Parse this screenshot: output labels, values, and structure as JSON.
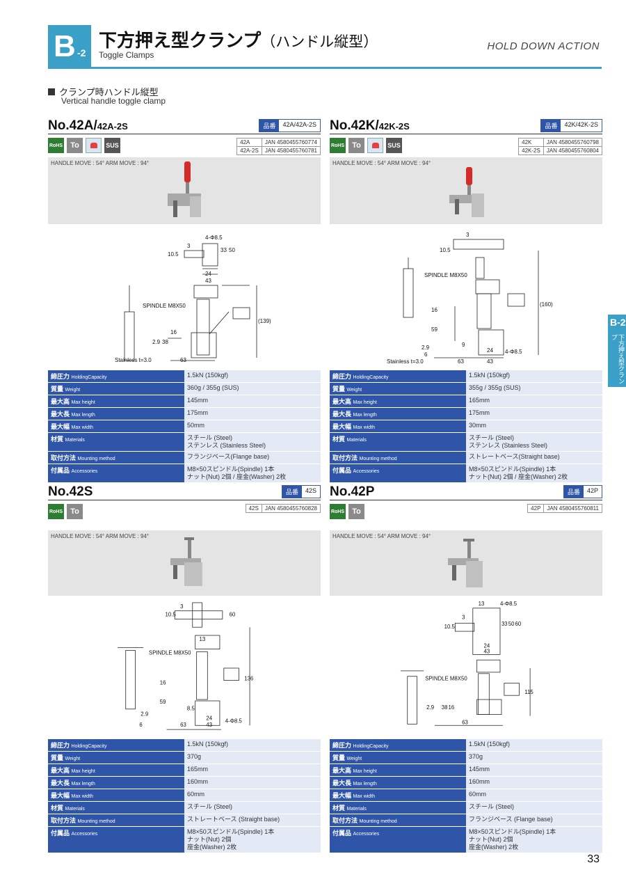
{
  "header": {
    "tab_code": "B",
    "tab_sub": "-2",
    "title": "下方押え型クランプ",
    "title_paren": "（ハンドル縦型）",
    "subtitle": "Toggle Clamps",
    "right_label": "HOLD DOWN ACTION"
  },
  "section": {
    "title": "クランプ時ハンドル縦型",
    "subtitle": "Vertical handle toggle clamp"
  },
  "side_tab": {
    "code": "B-2",
    "text": "下方押え型クランプ"
  },
  "page_number": "33",
  "common": {
    "code_label": "品番",
    "photo_caption": "HANDLE MOVE : 54°  ARM MOVE : 94°",
    "icons": {
      "rohs": "RoHS",
      "to": "To",
      "sus": "SUS"
    },
    "spec_keys": [
      {
        "jp": "締圧力",
        "en": "HoldingCapacity"
      },
      {
        "jp": "質量",
        "en": "Weight"
      },
      {
        "jp": "最大高",
        "en": "Max height"
      },
      {
        "jp": "最大長",
        "en": "Max length"
      },
      {
        "jp": "最大幅",
        "en": "Max width"
      },
      {
        "jp": "材質",
        "en": "Materials"
      },
      {
        "jp": "取付方法",
        "en": "Mounting method"
      },
      {
        "jp": "付属品",
        "en": "Accessories"
      }
    ]
  },
  "products": [
    {
      "title": "No.42A/",
      "title_small": "42A-2S",
      "code_value": "42A/42A-2S",
      "jan": [
        [
          "42A",
          "JAN 4580455760774"
        ],
        [
          "42A-2S",
          "JAN 4580455760781"
        ]
      ],
      "drawing": {
        "d1": "4-Φ8.5",
        "d2": "3",
        "d3": "10.5",
        "d4": "33",
        "d5": "50",
        "d6": "24",
        "d7": "43",
        "spindle": "SPINDLE M8X50",
        "h": "(139)",
        "d8": "16",
        "d9": "38",
        "d10": "2.9",
        "stainless": "Stainless t=3.0",
        "w": "63"
      },
      "spec": [
        "1.5kN (150kgf)",
        "360g / 355g (SUS)",
        "145mm",
        "175mm",
        "50mm",
        "スチール (Steel)\nステンレス (Stainless Steel)",
        "フランジベース(Flange base)",
        "M8×50スピンドル(Spindle) 1本\nナット(Nut) 2個 / 座金(Washer) 2枚"
      ]
    },
    {
      "title": "No.42K/",
      "title_small": "42K-2S",
      "code_value": "42K/42K-2S",
      "jan": [
        [
          "42K",
          "JAN 4580455760798"
        ],
        [
          "42K-2S",
          "JAN 4580455760804"
        ]
      ],
      "drawing": {
        "d1": "10.5",
        "d2": "3",
        "spindle": "SPINDLE M8X50",
        "h": "(160)",
        "d3": "16",
        "d4": "59",
        "d5": "2.9",
        "d6": "6",
        "stainless": "Stainless t=3.0",
        "d7": "9",
        "d8": "24",
        "d9": "4-Φ8.5",
        "w1": "63",
        "w2": "43"
      },
      "spec": [
        "1.5kN (150kgf)",
        "355g / 355g (SUS)",
        "165mm",
        "175mm",
        "30mm",
        "スチール (Steel)\nステンレス (Stainless Steel)",
        "ストレートベース(Straight base)",
        "M8×50スピンドル(Spindle) 1本\nナット(Nut) 2個 / 座金(Washer) 2枚"
      ]
    },
    {
      "title": "No.42S",
      "title_small": "",
      "code_value": "42S",
      "jan": [
        [
          "42S",
          "JAN 4580455760828"
        ]
      ],
      "drawing": {
        "d1": "3",
        "d2": "10.5",
        "d3": "60",
        "d4": "13",
        "spindle": "SPINDLE M8X50",
        "h": "136",
        "d5": "16",
        "d6": "59",
        "d7": "2.9",
        "d8": "6",
        "d9": "8.5",
        "d10": "24",
        "d11": "4-Φ8.5",
        "w1": "63",
        "w2": "43"
      },
      "spec": [
        "1.5kN (150kgf)",
        "370g",
        "165mm",
        "160mm",
        "60mm",
        "スチール (Steel)",
        "ストレートベース (Straight base)",
        "M8×50スピンドル(Spindle) 1本\nナット(Nut) 2個\n座金(Washer) 2枚"
      ]
    },
    {
      "title": "No.42P",
      "title_small": "",
      "code_value": "42P",
      "jan": [
        [
          "42P",
          "JAN 4580455760811"
        ]
      ],
      "drawing": {
        "d1": "13",
        "d2": "4-Φ8.5",
        "d3": "10.5",
        "d4": "3",
        "d5": "33",
        "d6": "50",
        "d7": "60",
        "d8": "24",
        "d9": "43",
        "spindle": "SPINDLE M8X50",
        "h": "115",
        "d10": "38",
        "d11": "16",
        "d12": "2.9",
        "w": "63"
      },
      "spec": [
        "1.5kN (150kgf)",
        "370g",
        "145mm",
        "160mm",
        "60mm",
        "スチール (Steel)",
        "フランジベース (Flange base)",
        "M8×50スピンドル(Spindle) 1本\nナット(Nut) 2個\n座金(Washer) 2枚"
      ]
    }
  ]
}
